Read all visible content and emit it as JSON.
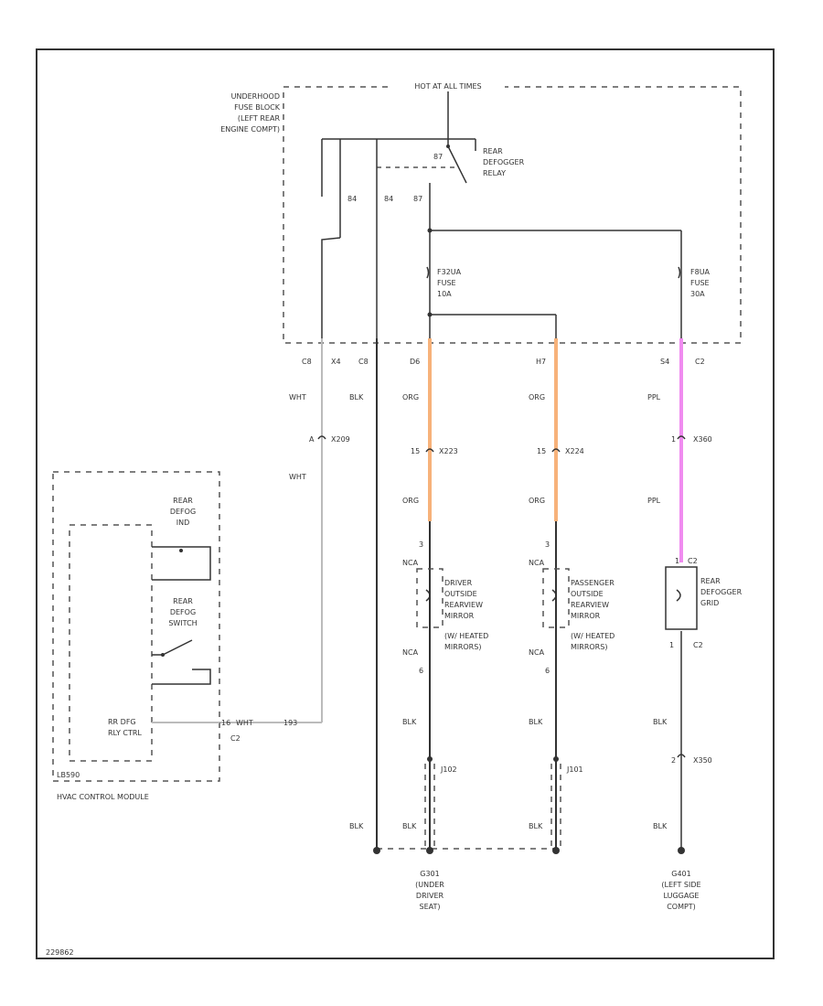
{
  "colors": {
    "org_wire": "#f7b27a",
    "ppl_wire": "#f08cf0",
    "wire": "#333333"
  },
  "fuse_block": {
    "title_lines": [
      "UNDERHOOD",
      "FUSE BLOCK",
      "(LEFT REAR",
      "ENGINE COMPT)"
    ],
    "hot_label": "HOT AT ALL TIMES"
  },
  "relay": {
    "label_lines": [
      "REAR",
      "DEFOGGER",
      "RELAY"
    ],
    "pin_top": "87",
    "pin_84a": "84",
    "pin_84b": "84",
    "pin_87": "87"
  },
  "fuse_mirror": {
    "label_lines": [
      "F32UA",
      "FUSE",
      "10A"
    ]
  },
  "fuse_defog": {
    "label_lines": [
      "F8UA",
      "FUSE",
      "30A"
    ]
  },
  "block_pins": {
    "c8a": "C8",
    "c8a_num": "X4",
    "c8b": "C8",
    "d6": "D6",
    "h7": "H7",
    "s4": "S4",
    "c2": "C2"
  },
  "wire_labels": {
    "wht": "WHT",
    "wht2": "WHT",
    "blk_main": "BLK",
    "org1": "ORG",
    "org2": "ORG",
    "org3": "ORG",
    "org4": "ORG",
    "ppl1": "PPL",
    "ppl2": "PPL",
    "blk1": "BLK",
    "blk2": "BLK",
    "blk3": "BLK",
    "blk_b1": "BLK",
    "blk_b2": "BLK",
    "blk_b3": "BLK",
    "blk_b4": "BLK"
  },
  "connectors": {
    "x209": "X209",
    "pin_a": "A",
    "x223": "X223",
    "pin15a": "15",
    "x224": "X224",
    "pin15b": "15",
    "x360": "X360",
    "pin1a": "1",
    "x350": "X350",
    "pin2b": "2",
    "j102": "J102",
    "j101": "J101"
  },
  "mirror_driver": {
    "label_lines": [
      "DRIVER",
      "OUTSIDE",
      "REARVIEW",
      "MIRROR",
      "(W/ HEATED",
      "MIRRORS)"
    ],
    "pin_top": "3",
    "pin_bot": "6",
    "ncb_top": "NCA",
    "ncb_bot": "NCA"
  },
  "mirror_pass": {
    "label_lines": [
      "PASSENGER",
      "OUTSIDE",
      "REARVIEW",
      "MIRROR",
      "(W/ HEATED",
      "MIRRORS)"
    ],
    "pin_top": "3",
    "pin_bot": "6",
    "ncb_top": "NCA",
    "ncb_bot": "NCA"
  },
  "rear_grid": {
    "label_lines": [
      "REAR",
      "DEFOGGER",
      "GRID"
    ],
    "pin_top": "C2",
    "pin_bot": "1",
    "pin_bot_c": "C2",
    "pin_top_num": "1"
  },
  "hvac": {
    "ind_lines": [
      "REAR",
      "DEFOG",
      "IND"
    ],
    "sw_lines": [
      "REAR",
      "DEFOG",
      "SWITCH"
    ],
    "ctrl_lines": [
      "RR DFG",
      "RLY CTRL"
    ],
    "pin": "16",
    "pin_c": "C2",
    "wire_text": "WHT",
    "wire_circ": "193",
    "module_id": "LB590",
    "module_label": "HVAC CONTROL MODULE"
  },
  "grounds": {
    "g301_lines": [
      "G301",
      "(UNDER",
      "DRIVER",
      "SEAT)"
    ],
    "g401_lines": [
      "G401",
      "(LEFT SIDE",
      "LUGGAGE",
      "COMPT)"
    ]
  },
  "figure_id": "229862"
}
